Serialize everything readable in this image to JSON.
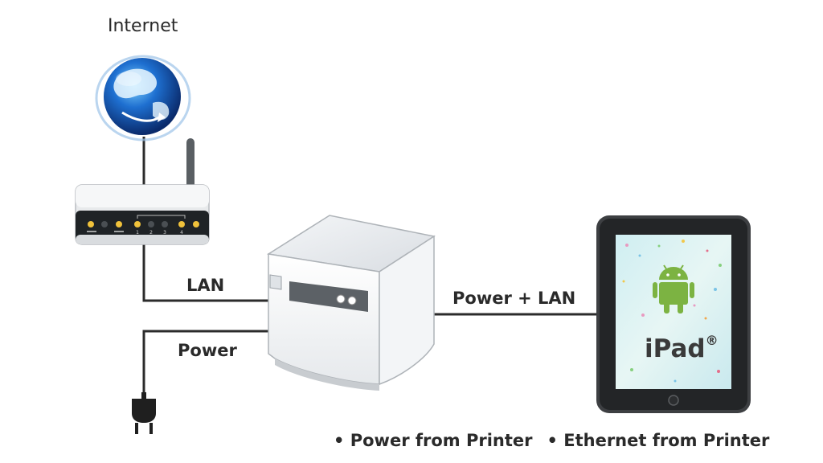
{
  "labels": {
    "internet": "Internet",
    "lan": "LAN",
    "power": "Power",
    "power_lan": "Power + LAN"
  },
  "tablet": {
    "brand": "iPad",
    "registered": "®"
  },
  "footer": {
    "bullet_1": "Power from Printer",
    "bullet_2": "Ethernet from Printer"
  },
  "router": {
    "port_numbers": [
      "1",
      "2",
      "3",
      "4"
    ]
  },
  "colors": {
    "cable": "#2b2b2b",
    "globe": "#1e6fd0",
    "android_green": "#7cb342",
    "led": "#f0c23b"
  }
}
